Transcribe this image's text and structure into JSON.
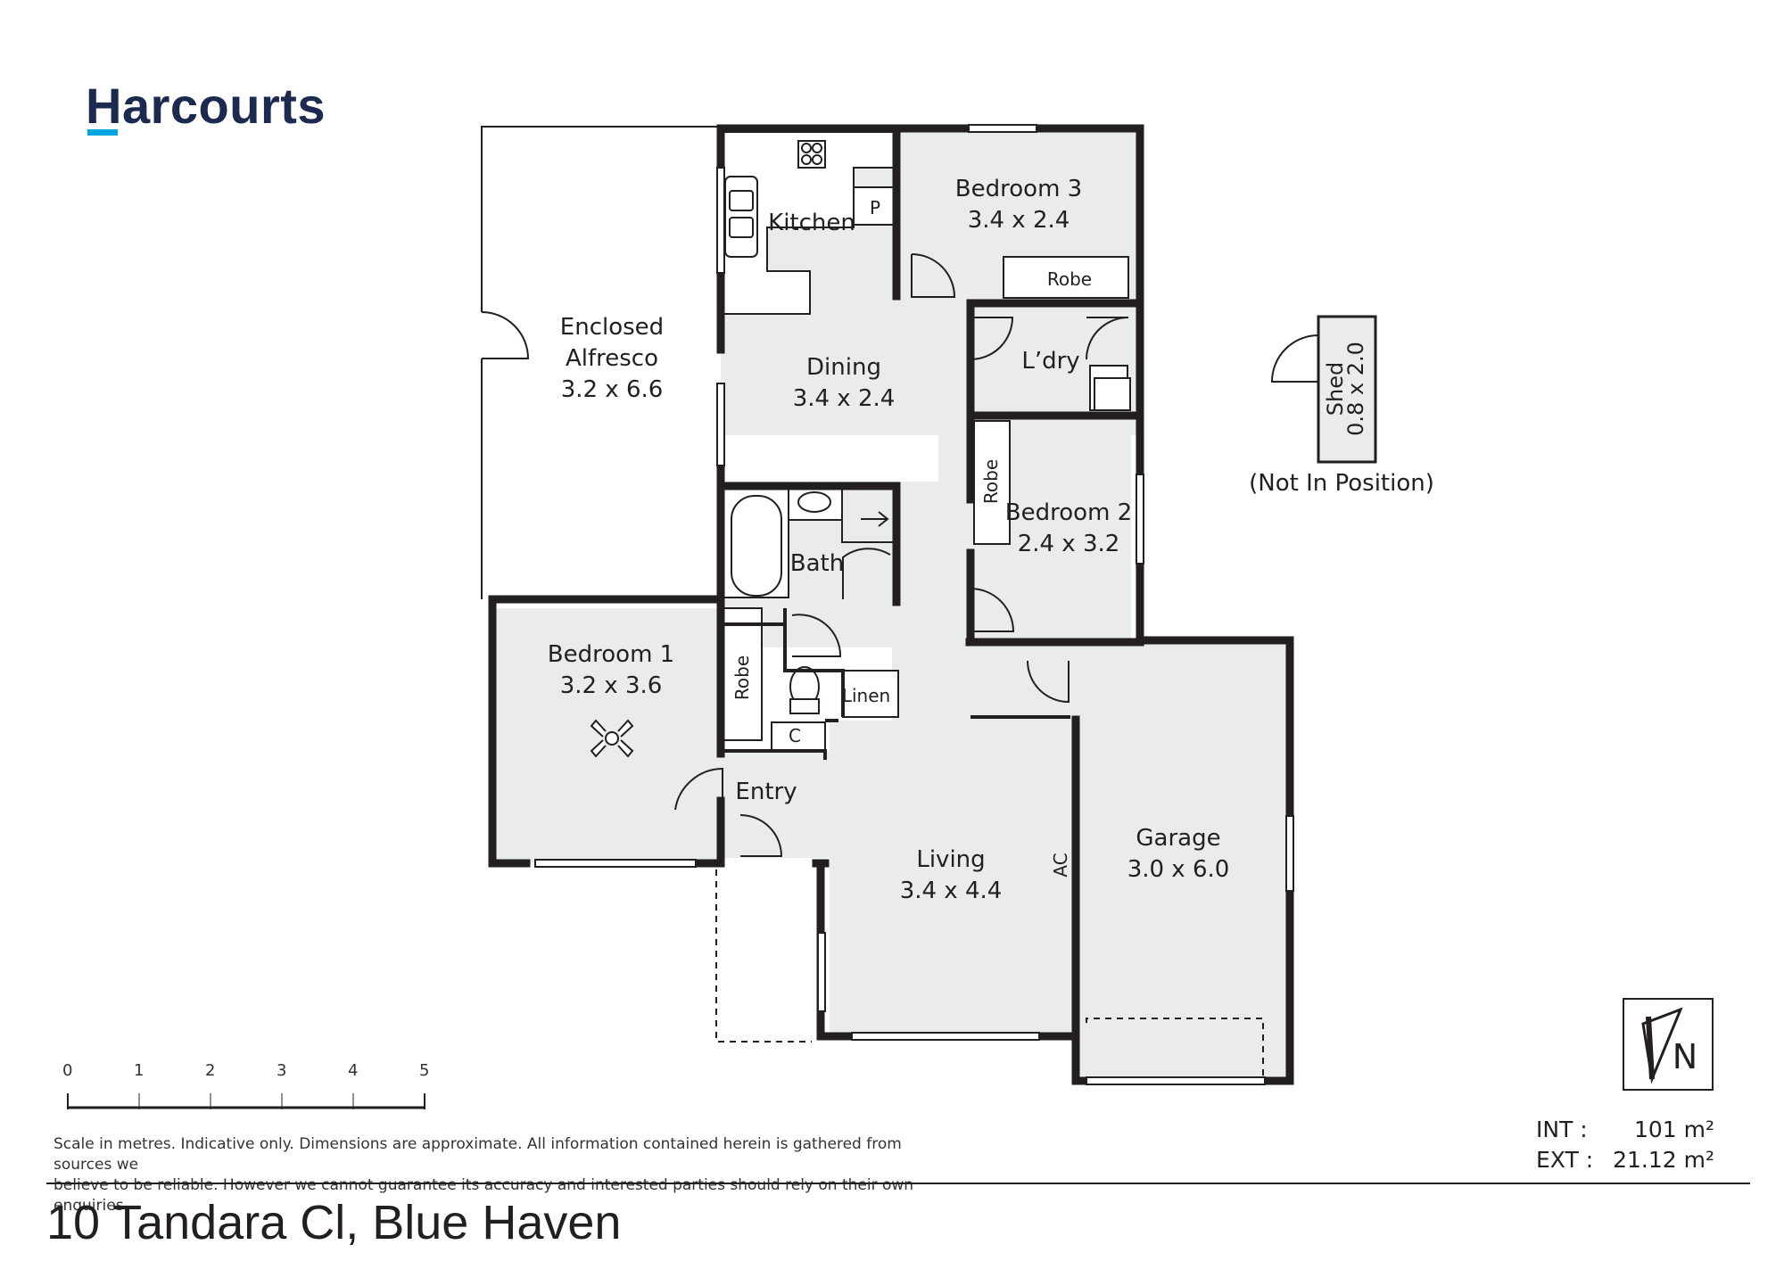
{
  "brand": {
    "name": "Harcourts",
    "accent": "#00a6e0",
    "color": "#1b2a4e"
  },
  "rooms": {
    "alfresco": {
      "name_line1": "Enclosed",
      "name_line2": "Alfresco",
      "dims": "3.2 x 6.6"
    },
    "kitchen": {
      "name": "Kitchen"
    },
    "pantry": {
      "name": "P"
    },
    "bedroom3": {
      "name": "Bedroom 3",
      "dims": "3.4 x 2.4",
      "robe": "Robe"
    },
    "dining": {
      "name": "Dining",
      "dims": "3.4 x 2.4"
    },
    "laundry": {
      "name": "L’dry"
    },
    "bedroom2": {
      "name": "Bedroom 2",
      "dims": "2.4 x 3.2",
      "robe": "Robe"
    },
    "bath": {
      "name": "Bath"
    },
    "bedroom1": {
      "name": "Bedroom 1",
      "dims": "3.2 x 3.6",
      "robe": "Robe"
    },
    "linen": {
      "name": "Linen"
    },
    "cupboard": {
      "name": "C"
    },
    "entry": {
      "name": "Entry"
    },
    "living": {
      "name": "Living",
      "dims": "3.4 x 4.4",
      "ac": "AC"
    },
    "garage": {
      "name": "Garage",
      "dims": "3.0 x 6.0"
    },
    "shed": {
      "name": "Shed",
      "dims": "0.8 x 2.0",
      "note": "(Not In Position)"
    }
  },
  "compass": {
    "label": "N"
  },
  "scale": {
    "ticks": [
      "0",
      "1",
      "2",
      "3",
      "4",
      "5"
    ]
  },
  "disclaimer": {
    "line1": "Scale in metres. Indicative only. Dimensions are approximate. All information contained herein is gathered from sources we",
    "line2": "believe to be reliable. However we cannot guarantee its accuracy and interested parties should rely on their own enquiries."
  },
  "areas": {
    "int_label": "INT  :",
    "int_value": "101 m²",
    "ext_label": "EXT  :",
    "ext_value": "21.12 m²"
  },
  "address": "10 Tandara Cl, Blue Haven"
}
